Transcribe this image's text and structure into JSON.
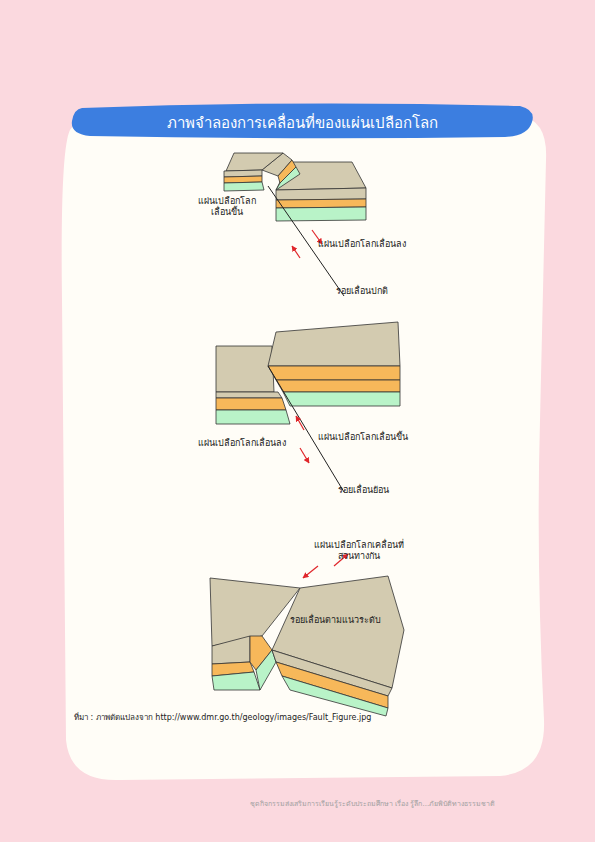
{
  "diagram": {
    "title": "ภาพจำลองการเคลื่อนที่ของแผ่นเปลือกโลก",
    "labels": [
      "แผ่นเปลือกโลกเลื่อนขึ้น",
      "แผ่นเปลือกโลกเลื่อนลง",
      "รอยเลื่อนปกติ",
      "แผ่นเปลือกโลกเลื่อนลง",
      "แผ่นเปลือกโลกเลื่อนขึ้น",
      "รอยเลื่อนย้อน",
      "แผ่นเปลือกโลกเคลื่อนที่สวนทางกัน",
      "รอยเลื่อนตามแนวระดับ",
      "ที่มา : ภาพดัดแปลงจาก http://www.dmr.go.th/geology/images/Fault_Figure.jpg",
      "ชุดกิจกรรมส่งเสริมการเรียนรู้ระดับประถมศึกษา เรื่อง รู้ลึก...ภัยพิบัติทางธรรมชาติ"
    ]
  }
}
